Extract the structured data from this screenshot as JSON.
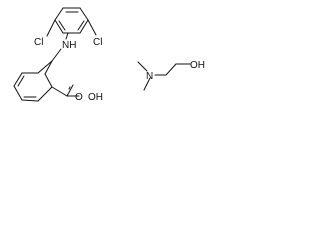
{
  "molecule_left": {
    "atoms": {
      "chlorine_left": "Cl",
      "chlorine_right": "Cl",
      "nitrogen_hydrogen": "NH",
      "carboxylic_acid": "OH",
      "carbonyl_oxygen": "O"
    }
  },
  "molecule_right": {
    "atoms": {
      "amine_nitrogen": "N",
      "hydroxyl": "OH"
    }
  },
  "colors": {
    "ink": "#111111",
    "background": "#ffffff"
  }
}
